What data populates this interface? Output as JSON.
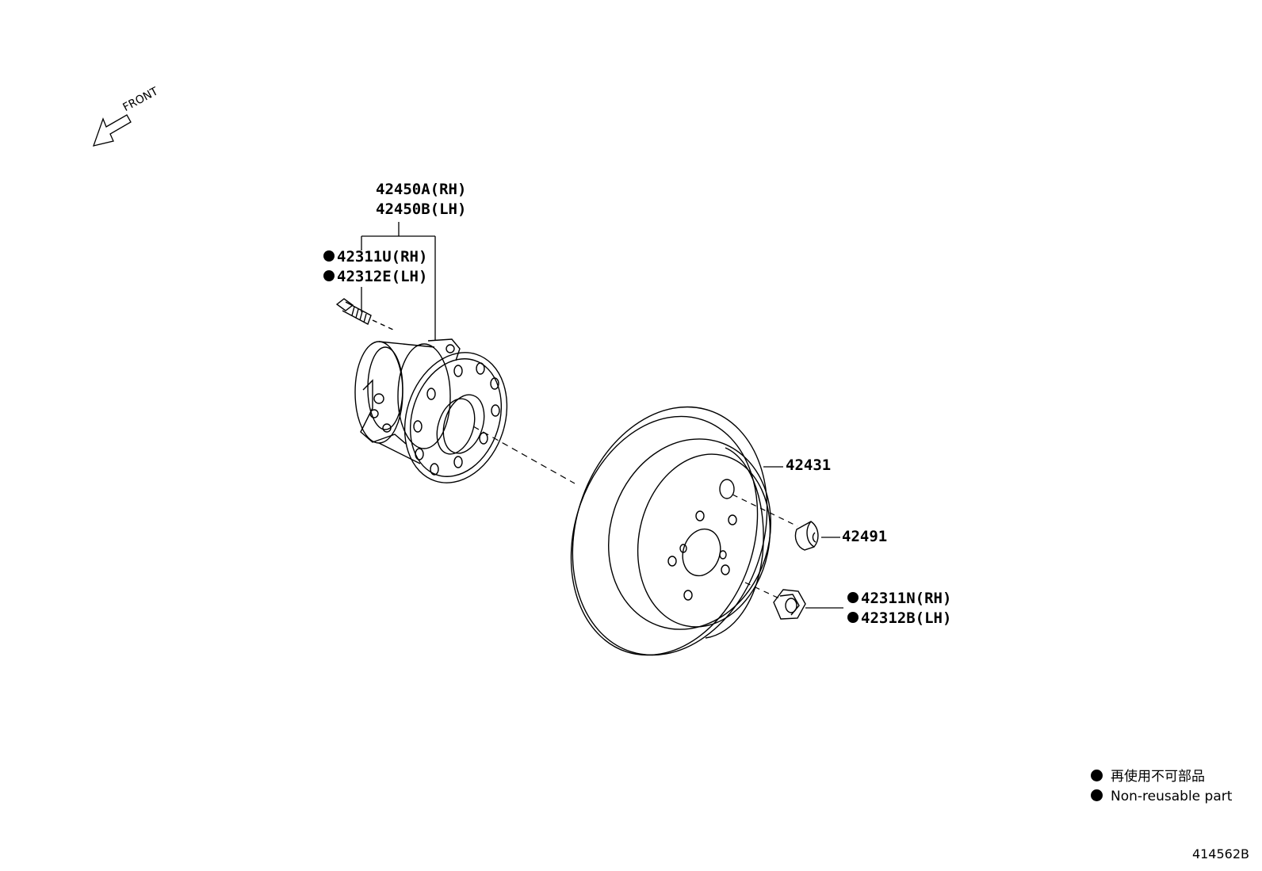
{
  "front_label": "FRONT",
  "labels": {
    "hub_rh": "42450A(RH)",
    "hub_lh": "42450B(LH)",
    "bolt_rh": "42311U(RH)",
    "bolt_lh": "42312E(LH)",
    "disc": "42431",
    "plug": "42491",
    "nut_rh": "42311N(RH)",
    "nut_lh": "42312B(LH)"
  },
  "legend": {
    "jp": "再使用不可部品",
    "en": "Non-reusable part"
  },
  "diagram_code": "414562B"
}
